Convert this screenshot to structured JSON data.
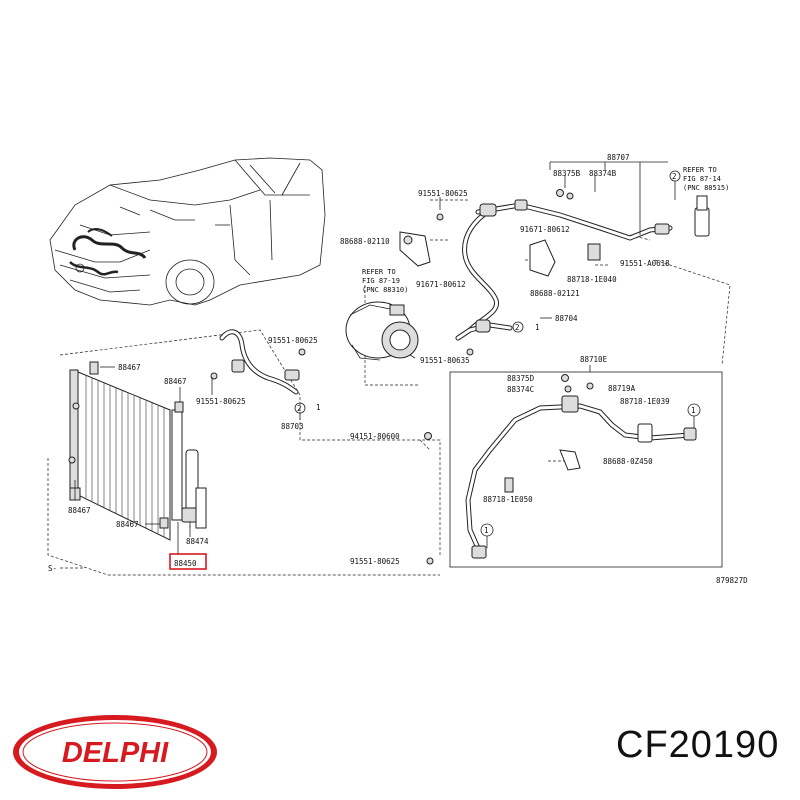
{
  "diagram": {
    "labels": {
      "l88707": "88707",
      "l88375B": "88375B",
      "l88374B": "88374B",
      "l91551_80625_top": "91551-80625",
      "l88688_02110": "88688-02110",
      "l91671_80612": "91671-80612",
      "l88718_1E040": "88718-1E040",
      "l91551_A0618": "91551-A0618",
      "l88688_02121": "88688-02121",
      "l88704": "88704",
      "l91671_80612b": "91671-80612",
      "l91551_80625_mid": "91551-80625",
      "l91551_80625_left": "91551-80625",
      "l88703": "88703",
      "l91551_80635": "91551-80635",
      "l88467_a": "88467",
      "l88467_b": "88467",
      "l88467_c": "88467",
      "l88467_d": "88467",
      "l88474": "88474",
      "l88450": "88450",
      "l88710E": "88710E",
      "l88375D": "88375D",
      "l88374C": "88374C",
      "l88719A": "88719A",
      "l88718_1E039": "88718-1E039",
      "l94151_80600": "94151-80600",
      "l88688_0Z450": "88688-0Z450",
      "l88718_1E050": "88718-1E050",
      "l91551_80625_bot": "91551-80625",
      "drawing_id": "879827D",
      "s_mark": "S-",
      "num2_a": "2",
      "num2_b": "2",
      "num2_c": "2",
      "num1_a": "1",
      "num1_b": "1",
      "num1_c": "1",
      "num1_d": "1"
    },
    "notes": {
      "refer_top_l1": "REFER TO",
      "refer_top_l2": "FIG 87-14",
      "refer_top_l3": "(PNC 88515)",
      "refer_mid_l1": "REFER TO",
      "refer_mid_l2": "FIG 87-19",
      "refer_mid_l3": "(PNC 88310)"
    }
  },
  "brand": {
    "name": "DELPHI",
    "red": "#d71920"
  },
  "part_number": "CF20190"
}
